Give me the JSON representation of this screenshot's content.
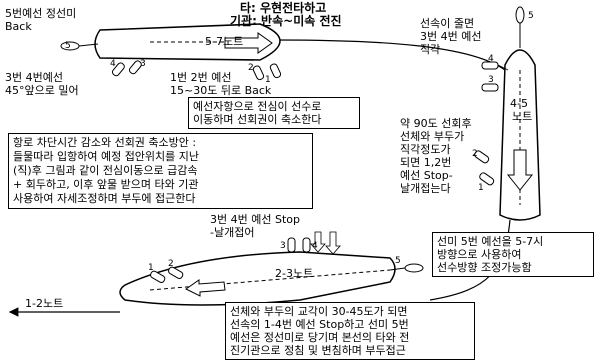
{
  "title": {
    "line1": "타: 우현전타하고",
    "line2": "기관: 반속~미속 전진"
  },
  "ship1": {
    "stern_label": "5번예선 정선미",
    "back_label": "Back",
    "speed": "5-7노트",
    "left_note": [
      "3번 4번예선",
      "45°앞으로 밀어"
    ],
    "mid_note": [
      "1번 2번 예선",
      "15~30도 뒤로 Back"
    ],
    "pivot_box": [
      "예선자항으로 전심이 선수로",
      "이동하며 선회권이 축소한다"
    ]
  },
  "ship2": {
    "top_note": [
      "선속이 줄면",
      "3번 4번 예선",
      "직각"
    ],
    "speed": [
      "4-5",
      "노트"
    ],
    "right_note": [
      "약 90도 선회후",
      "선체와 부두가",
      "직각정도가",
      "되면 1,2번",
      "예선 Stop-",
      "날개접는다"
    ]
  },
  "strategy_box": [
    "항로 차단시간 감소와 선회권 축소방안 :",
    "들물따라 입항하여 예정 접안위치를 지난",
    "(직)후 그림과 같이 전심이동으로 급감속",
    "+ 회두하고, 이후 앞물 받으며 타와 기관",
    "사용하여 자세조정하며 부두에 접근한다"
  ],
  "ship3": {
    "top_note": [
      "3번 4번 예선 Stop",
      "-날개접어"
    ],
    "speed": "2-3노트",
    "tug5_box": [
      "선미 5번 예선을 5-7시",
      "방향으로 사용하여",
      "선수방향 조정가능함"
    ],
    "bottom_box": [
      "선체와 부두의 교각이 30-45도가 되면",
      "선속의 1-4번 예선 Stop하고 선미 5번",
      "예선은 정선미로 당기며 본선의 타와 전",
      "진기관으로 정침 및 변침하며 부두접근"
    ]
  },
  "exit_speed": "1-2노트",
  "tug_numbers": {
    "n1": "1",
    "n2": "2",
    "n3": "3",
    "n4": "4",
    "n5": "5"
  }
}
